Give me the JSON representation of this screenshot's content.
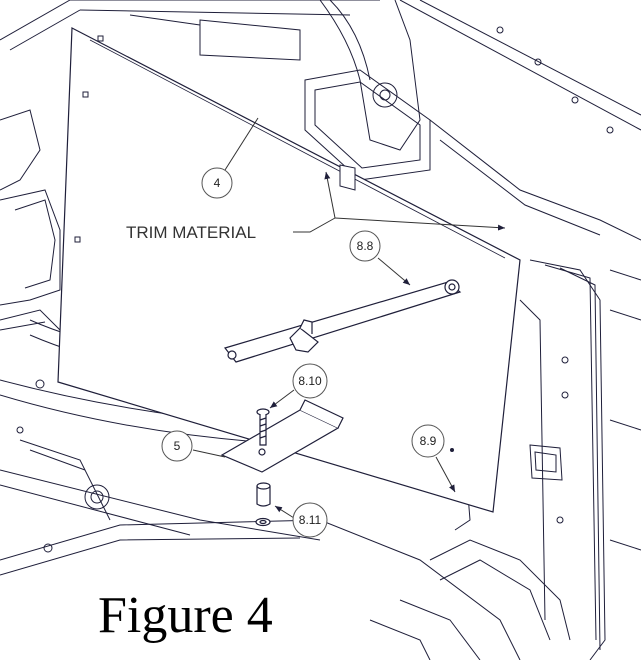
{
  "figure": {
    "caption": "Figure 4"
  },
  "annotation": {
    "trim_material": "TRIM MATERIAL"
  },
  "callouts": [
    {
      "id": "c4",
      "label": "4"
    },
    {
      "id": "c88",
      "label": "8.8"
    },
    {
      "id": "c810",
      "label": "8.10"
    },
    {
      "id": "c5",
      "label": "5"
    },
    {
      "id": "c89",
      "label": "8.9"
    },
    {
      "id": "c811",
      "label": "8.11"
    }
  ],
  "colors": {
    "line": "#1f1f3a",
    "panel": "#ffffff",
    "background": "#ffffff"
  }
}
